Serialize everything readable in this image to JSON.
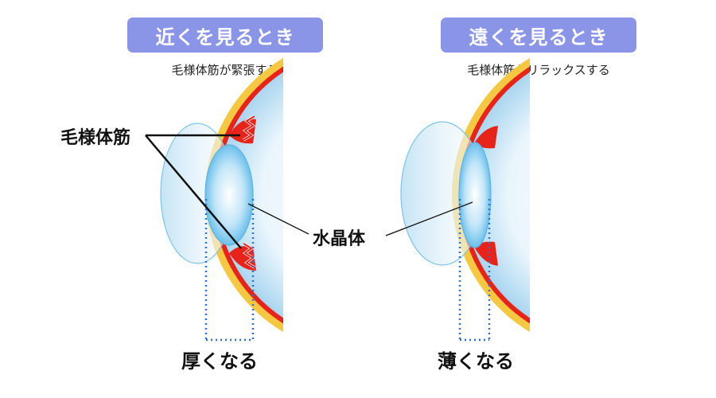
{
  "near": {
    "title": "近くを見るとき",
    "subtitle": "毛様体筋が緊張する",
    "result": "厚くなる"
  },
  "far": {
    "title": "遠くを見るとき",
    "subtitle": "毛様体筋がリラックスする",
    "result": "薄くなる"
  },
  "labels": {
    "ciliary_muscle": "毛様体筋",
    "lens": "水晶体"
  },
  "colors": {
    "badge": "#8a95e8",
    "sclera": "#f5c842",
    "choroid": "#e8231a",
    "eyeball": "#cfe7f6",
    "lens": "#8fd0f0",
    "guide": "#2f6fd8"
  }
}
